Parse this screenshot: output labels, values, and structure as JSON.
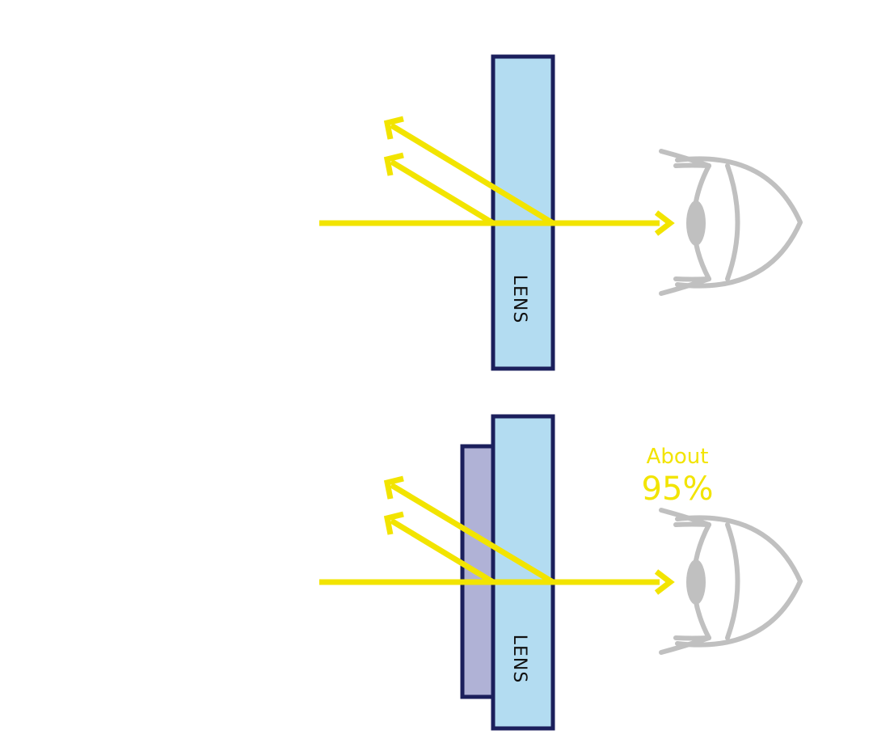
{
  "diagram": {
    "top_panel": {
      "lens_label": "LENS"
    },
    "bottom_panel": {
      "lens_label": "LENS",
      "transmission_caption": "About",
      "transmission_value": "95%"
    }
  },
  "colors": {
    "ray": "#f2e400",
    "lens_fill": "#b3dcf1",
    "lens_border": "#1b1f5c",
    "coating_fill": "#b0b2d6",
    "eye": "#c0c0c0"
  }
}
